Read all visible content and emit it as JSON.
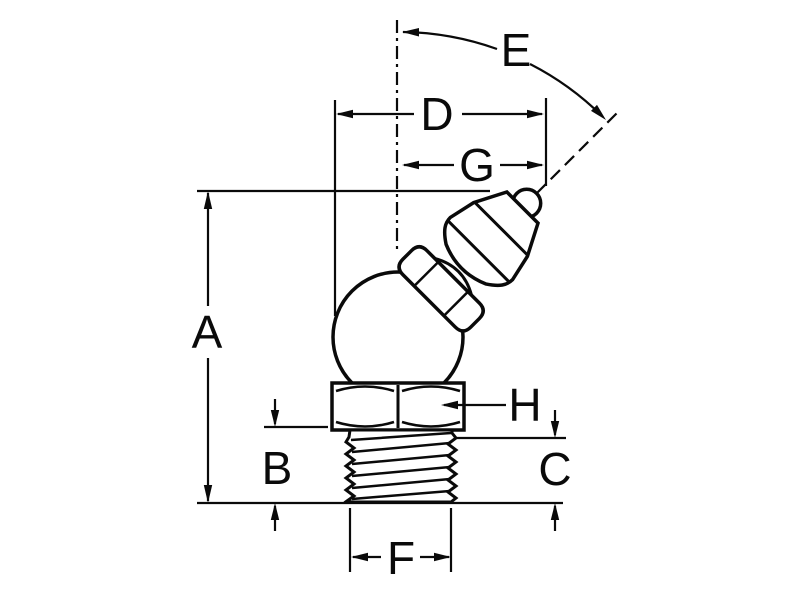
{
  "figure": {
    "type": "technical-dimension-drawing",
    "subject": "45-degree grease fitting with hex nut and threaded stud",
    "background_color": "#ffffff",
    "line_color": "#0a0a0a"
  },
  "dim_labels": {
    "A": "A",
    "B": "B",
    "C": "C",
    "D": "D",
    "E": "E",
    "F": "F",
    "G": "G",
    "H": "H"
  }
}
